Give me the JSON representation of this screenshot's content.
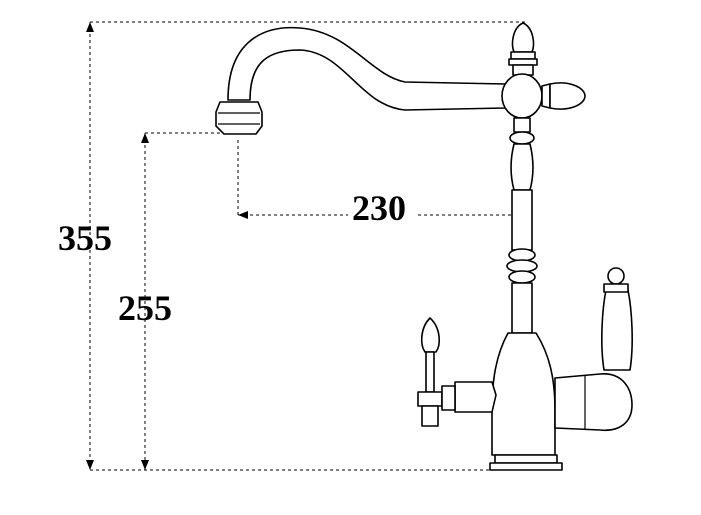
{
  "dimensions": {
    "total_height": "355",
    "spout_height": "255",
    "spout_reach": "230"
  }
}
